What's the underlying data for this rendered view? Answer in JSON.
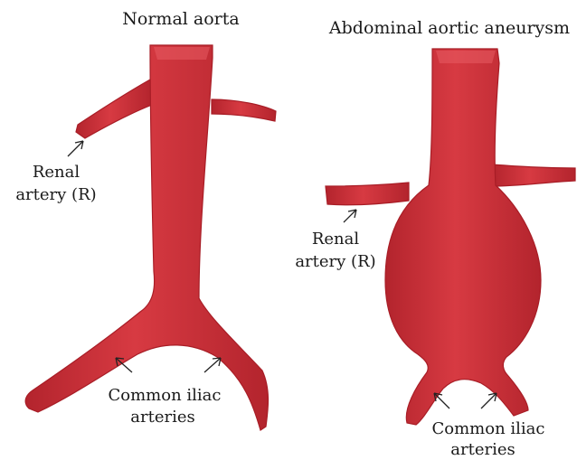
{
  "panels": [
    {
      "title": "Normal aorta",
      "labels": {
        "renal_line1": "Renal",
        "renal_line2": "artery (R)",
        "iliac_line1": "Common iliac",
        "iliac_line2": "arteries"
      }
    },
    {
      "title": "Abdominal aortic aneurysm",
      "labels": {
        "renal_line1": "Renal",
        "renal_line2": "artery (R)",
        "iliac_line1": "Common iliac",
        "iliac_line2": "arteries"
      }
    }
  ],
  "colors": {
    "vessel": "#d73a42",
    "vessel_dark": "#b3242d",
    "vessel_highlight": "#e85b62"
  }
}
